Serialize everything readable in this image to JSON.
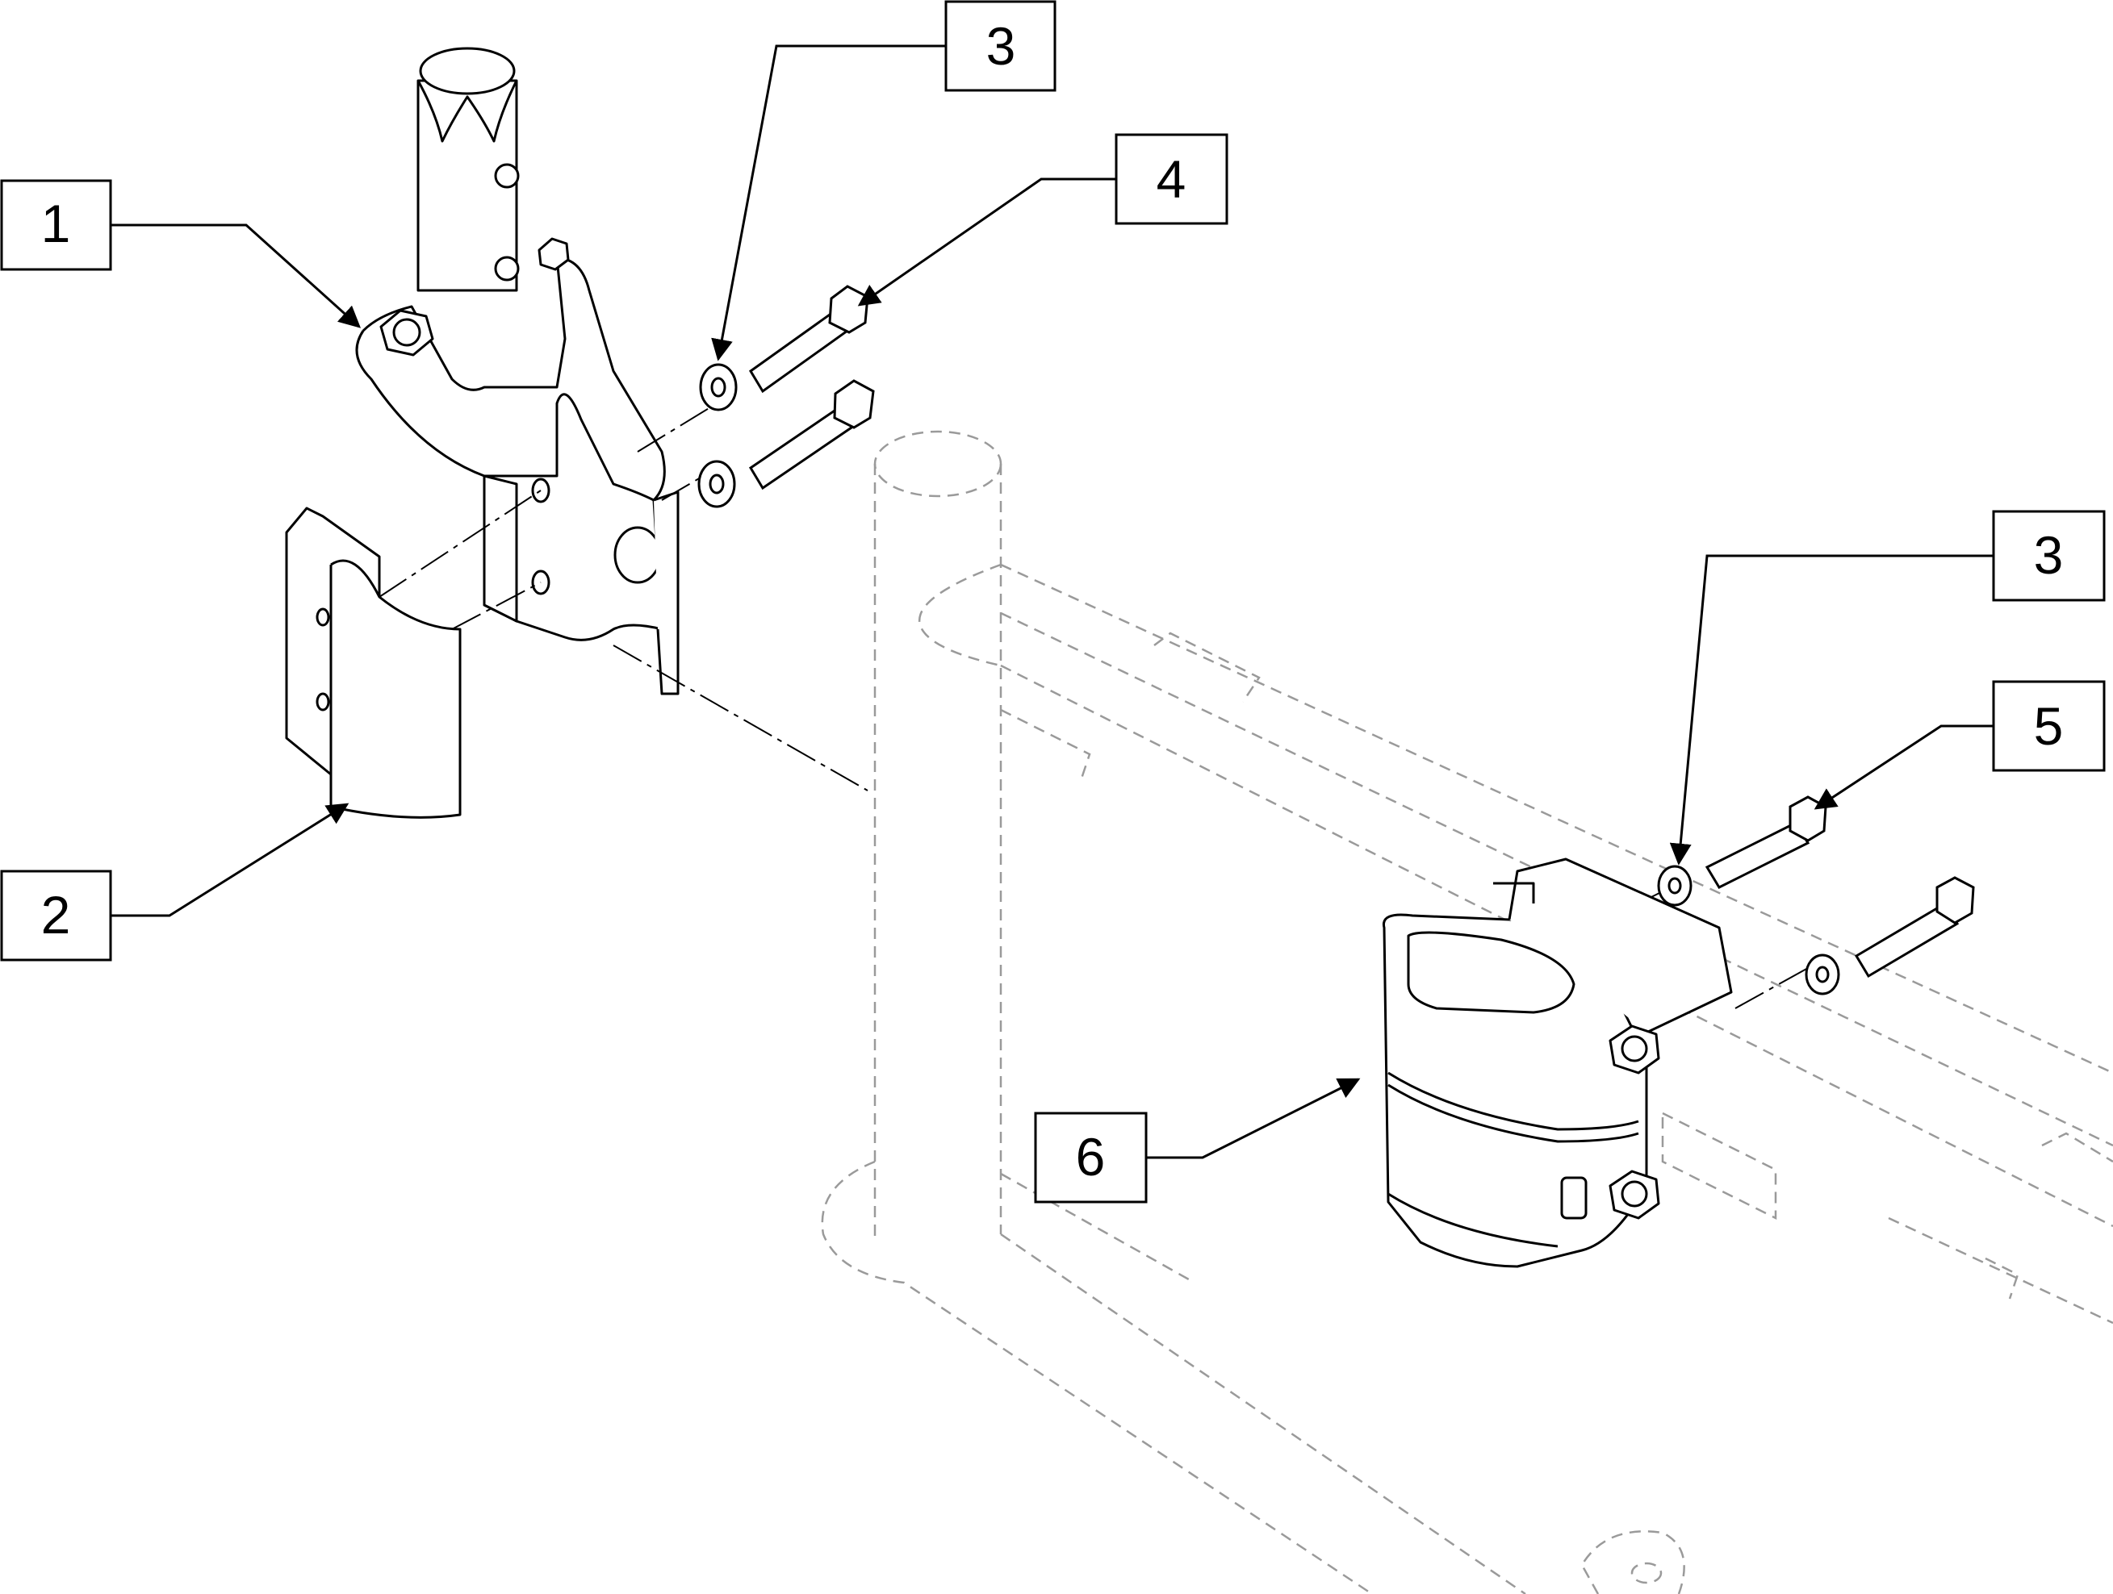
{
  "diagram": {
    "type": "exploded-parts-view",
    "colors": {
      "line": "#000000",
      "phantom": "#9a9a9a",
      "background": "#ffffff"
    },
    "callouts": [
      {
        "id": "c1",
        "label": "1"
      },
      {
        "id": "c2",
        "label": "2"
      },
      {
        "id": "c3a",
        "label": "3"
      },
      {
        "id": "c4",
        "label": "4"
      },
      {
        "id": "c3b",
        "label": "3"
      },
      {
        "id": "c5",
        "label": "5"
      },
      {
        "id": "c6",
        "label": "6"
      }
    ]
  }
}
